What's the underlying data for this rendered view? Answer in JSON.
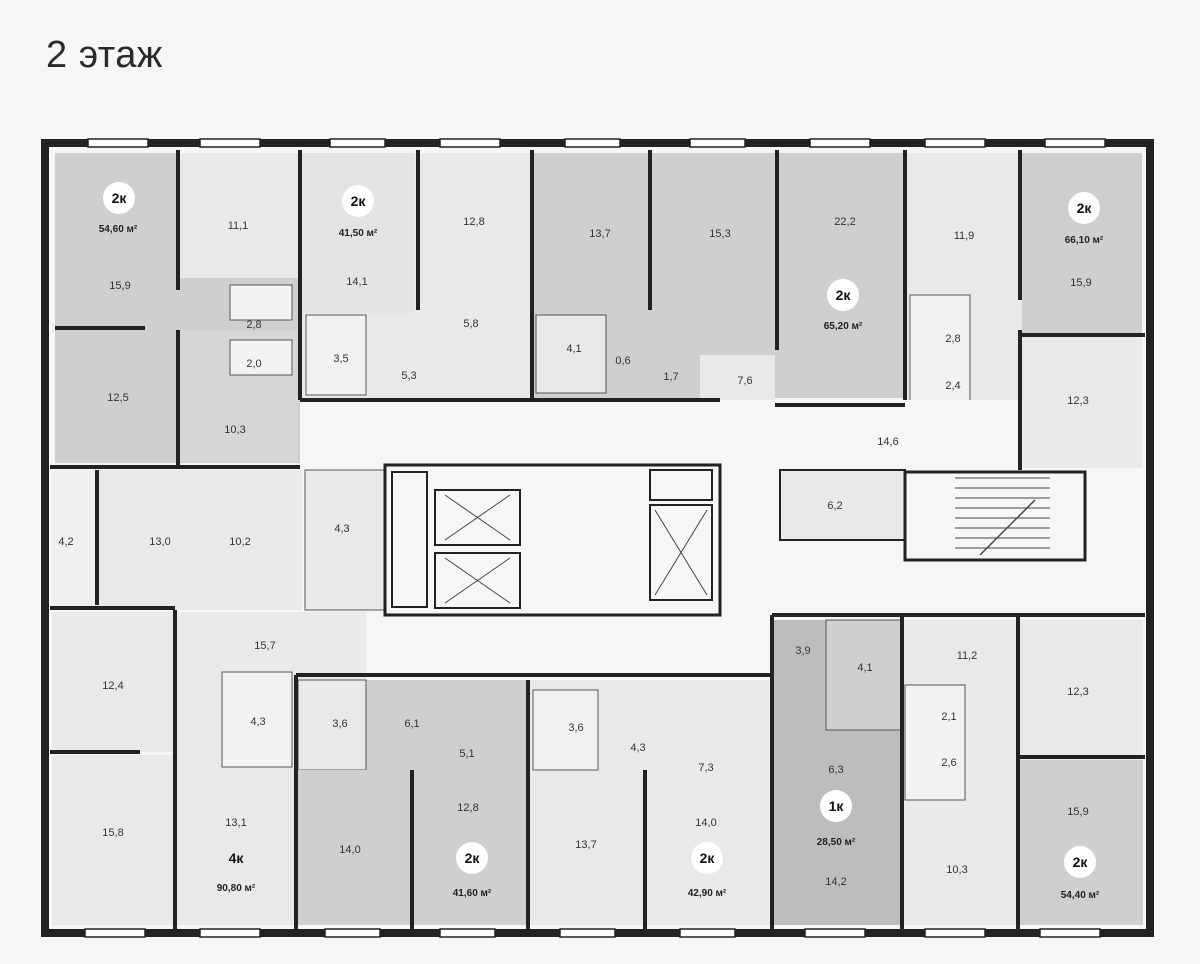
{
  "title": "2 этаж",
  "colors": {
    "wall": "#222222",
    "apartment_dark": "#cfcfcf",
    "apartment_light": "#e9e9e9",
    "corridor": "#f7f6f4",
    "badge": "#ffffff"
  },
  "apartments": [
    {
      "type": "2к",
      "area": "54,60 м²"
    },
    {
      "type": "2к",
      "area": "41,50 м²"
    },
    {
      "type": "2к",
      "area": "65,20 м²"
    },
    {
      "type": "2к",
      "area": "66,10 м²"
    },
    {
      "type": "4к",
      "area": "90,80 м²"
    },
    {
      "type": "2к",
      "area": "41,60 м²"
    },
    {
      "type": "2к",
      "area": "42,90 м²"
    },
    {
      "type": "1к",
      "area": "28,50 м²"
    },
    {
      "type": "2к",
      "area": "54,40 м²"
    }
  ],
  "rooms": [
    "15,9",
    "11,1",
    "2,8",
    "2,0",
    "12,5",
    "10,3",
    "14,1",
    "12,8",
    "3,5",
    "5,3",
    "5,8",
    "13,7",
    "15,3",
    "22,2",
    "4,1",
    "0,6",
    "1,7",
    "7,6",
    "11,9",
    "15,9",
    "2,8",
    "2,4",
    "12,3",
    "14,6",
    "6,2",
    "4,2",
    "13,0",
    "10,2",
    "4,3",
    "15,7",
    "12,4",
    "4,3",
    "15,8",
    "13,1",
    "3,6",
    "6,1",
    "5,1",
    "12,8",
    "14,0",
    "3,6",
    "4,3",
    "7,3",
    "14,0",
    "13,7",
    "3,9",
    "4,1",
    "6,3",
    "14,2",
    "11,2",
    "2,1",
    "2,6",
    "12,3",
    "15,9",
    "10,3"
  ]
}
